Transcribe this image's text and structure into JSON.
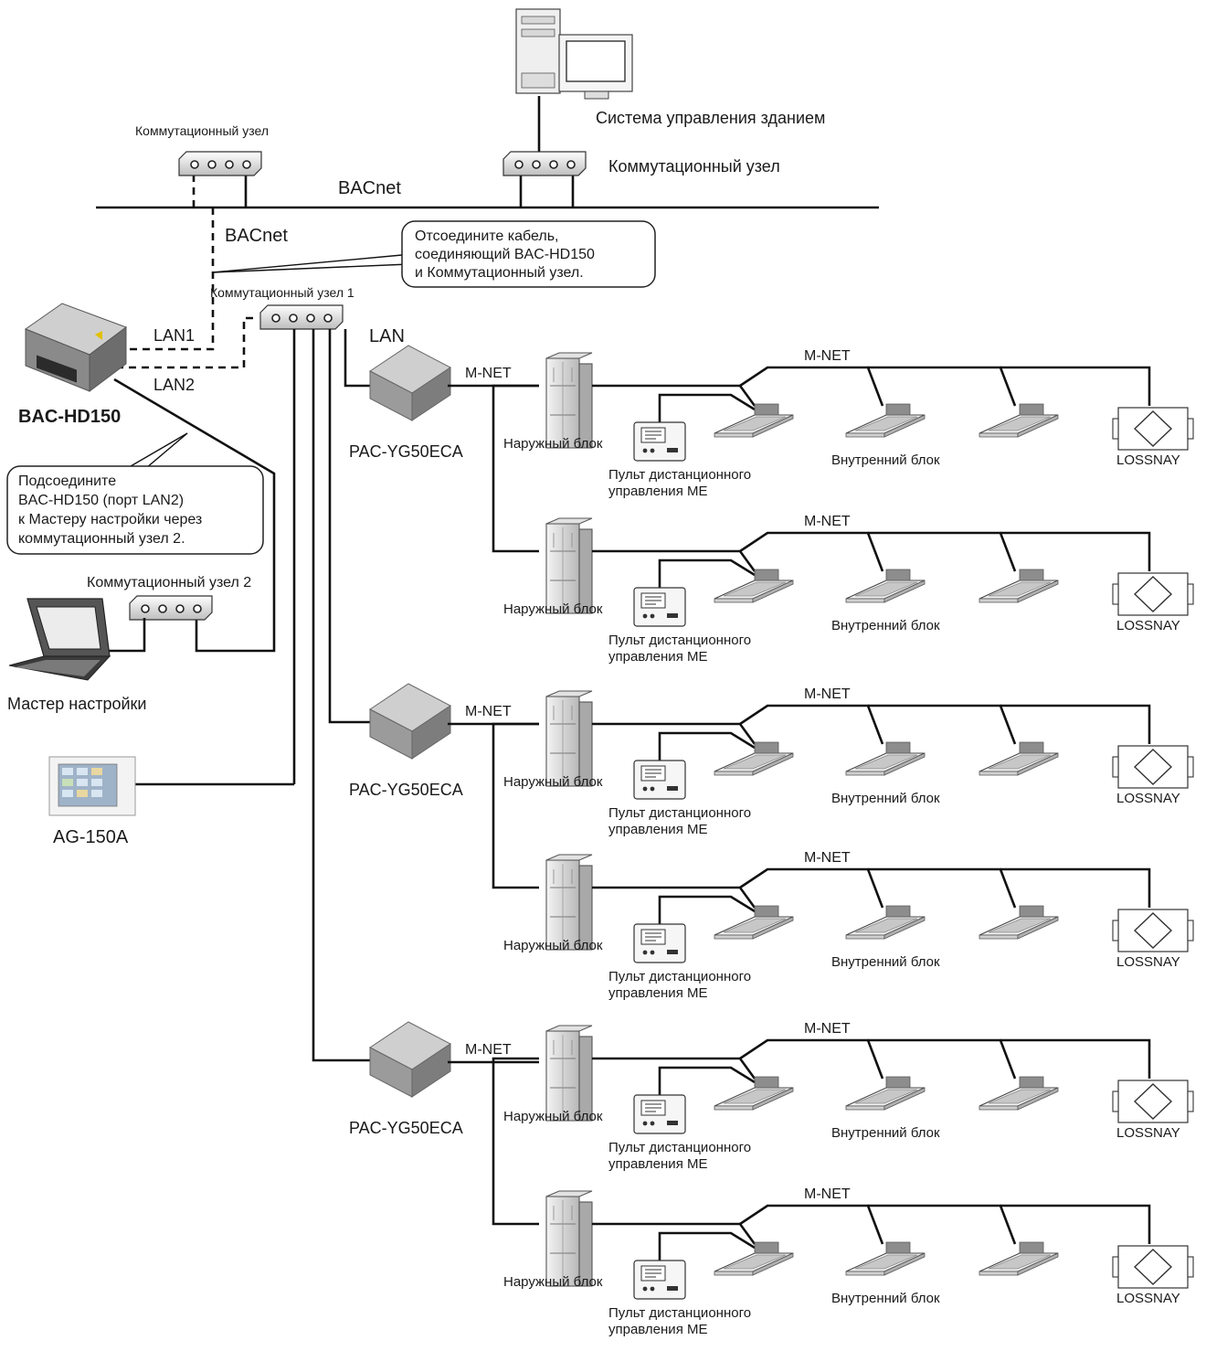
{
  "bms": {
    "label": "Система управления зданием"
  },
  "hubs": {
    "top_left": "Коммутационный узел",
    "top_right": "Коммутационный узел",
    "hub1": "Коммутационный узел 1",
    "hub2": "Коммутационный узел 2"
  },
  "net": {
    "bacnet_top": "BACnet",
    "bacnet_left": "BACnet",
    "lan": "LAN",
    "lan1": "LAN1",
    "lan2": "LAN2",
    "mnet": "M-NET"
  },
  "devices": {
    "bac": "BAC-HD150",
    "pac": "PAC-YG50ECA",
    "ag": "AG-150A",
    "laptop": "Мастер настройки"
  },
  "callouts": {
    "disconnect": [
      "Отсоедините кабель,",
      "соединяющий BAC-HD150",
      "и Коммутационный узел."
    ],
    "connect": [
      "Подсоедините",
      "BAC-HD150 (порт LAN2)",
      "к Мастеру настройки через",
      "коммутационный узел 2."
    ]
  },
  "system": {
    "outdoor": "Наружный блок",
    "indoor": "Внутренний блок",
    "lossnay": "LOSSNAY",
    "remote": [
      "Пульт дистанционного",
      "управления ME"
    ]
  }
}
